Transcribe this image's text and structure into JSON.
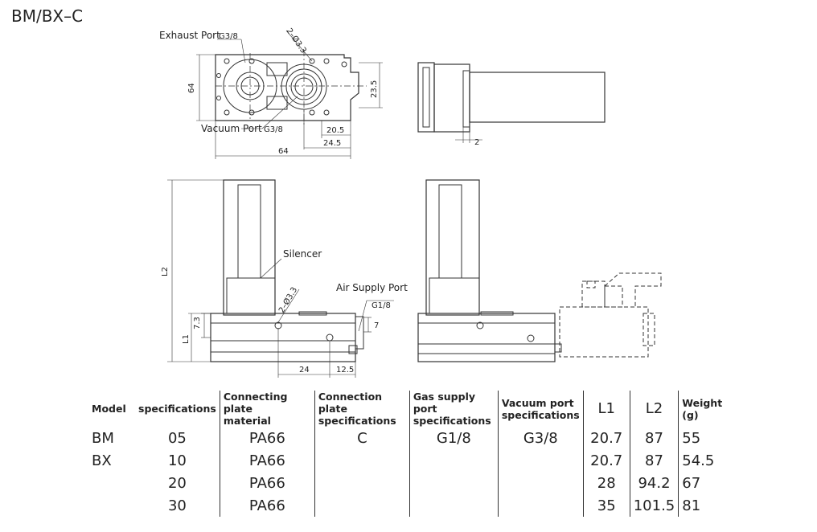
{
  "title": "BM/BX–C",
  "labels": {
    "exhaust_port": "Exhaust Port",
    "exhaust_thread": "G3/8",
    "hole_top": "2–Ø3.3",
    "dim_64_v": "64",
    "dim_23_5": "23.5",
    "vacuum_port": "Vacuum Port",
    "vacuum_thread": "G3/8",
    "dim_20_5": "20.5",
    "dim_24_5": "24.5",
    "dim_64_h": "64",
    "dim_2": "2",
    "silencer": "Silencer",
    "dim_L2": "L2",
    "hole_front": "2–Ø3.3",
    "air_supply_port": "Air Supply Port",
    "air_thread": "G1/8",
    "dim_7": "7",
    "dim_7_3": "7.3",
    "dim_L1": "L1",
    "dim_24": "24",
    "dim_12_5": "12.5"
  },
  "table": {
    "headers": {
      "model": "Model",
      "spec": "specifications",
      "plate_material_1": "Connecting plate",
      "plate_material_2": "material",
      "plate_spec_1": "Connection plate",
      "plate_spec_2": "specifications",
      "gas_1": "Gas supply port",
      "gas_2": "specifications",
      "vac_1": "Vacuum port",
      "vac_2": "specifications",
      "l1": "L1",
      "l2": "L2",
      "weight": "Weight (g)"
    },
    "rows": [
      {
        "model": "BM",
        "spec": "05",
        "material": "PA66",
        "plate": "C",
        "gas": "G1/8",
        "vac": "G3/8",
        "l1": "20.7",
        "l2": "87",
        "weight": "55"
      },
      {
        "model": "BX",
        "spec": "10",
        "material": "PA66",
        "plate": "",
        "gas": "",
        "vac": "",
        "l1": "20.7",
        "l2": "87",
        "weight": "54.5"
      },
      {
        "model": "",
        "spec": "20",
        "material": "PA66",
        "plate": "",
        "gas": "",
        "vac": "",
        "l1": "28",
        "l2": "94.2",
        "weight": "67"
      },
      {
        "model": "",
        "spec": "30",
        "material": "PA66",
        "plate": "",
        "gas": "",
        "vac": "",
        "l1": "35",
        "l2": "101.5",
        "weight": "81"
      }
    ]
  }
}
